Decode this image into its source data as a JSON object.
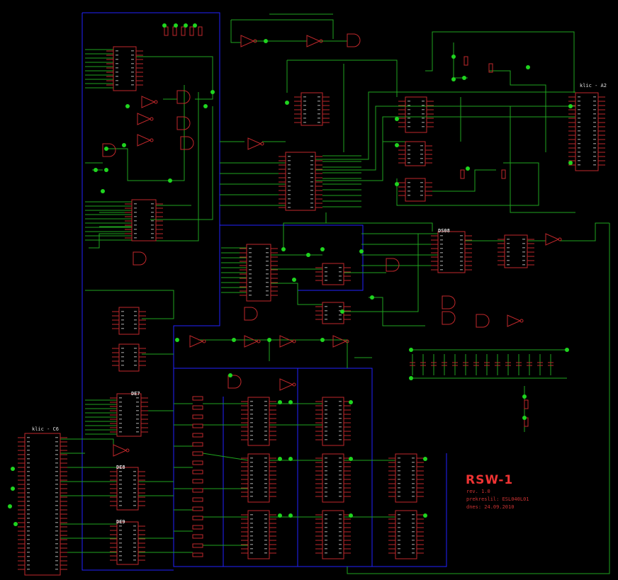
{
  "window": {
    "title": ""
  },
  "title_block": {
    "name": "RSW-1",
    "revision": "rev. 1.0",
    "author": "prekreslil: ESL040L01",
    "date": "dnes: 24.09.2010"
  },
  "connectors": {
    "upper": "klic - A2",
    "lower": "klic - C6"
  },
  "chip_labels": [
    "DS08",
    "DE7",
    "DE8",
    "DE9"
  ],
  "colors": {
    "background": "#000000",
    "wire": "#1fa51f",
    "bus": "#2222ff",
    "component": "#c0282b",
    "junction": "#1fd41f",
    "text": "#e0e0e0"
  }
}
